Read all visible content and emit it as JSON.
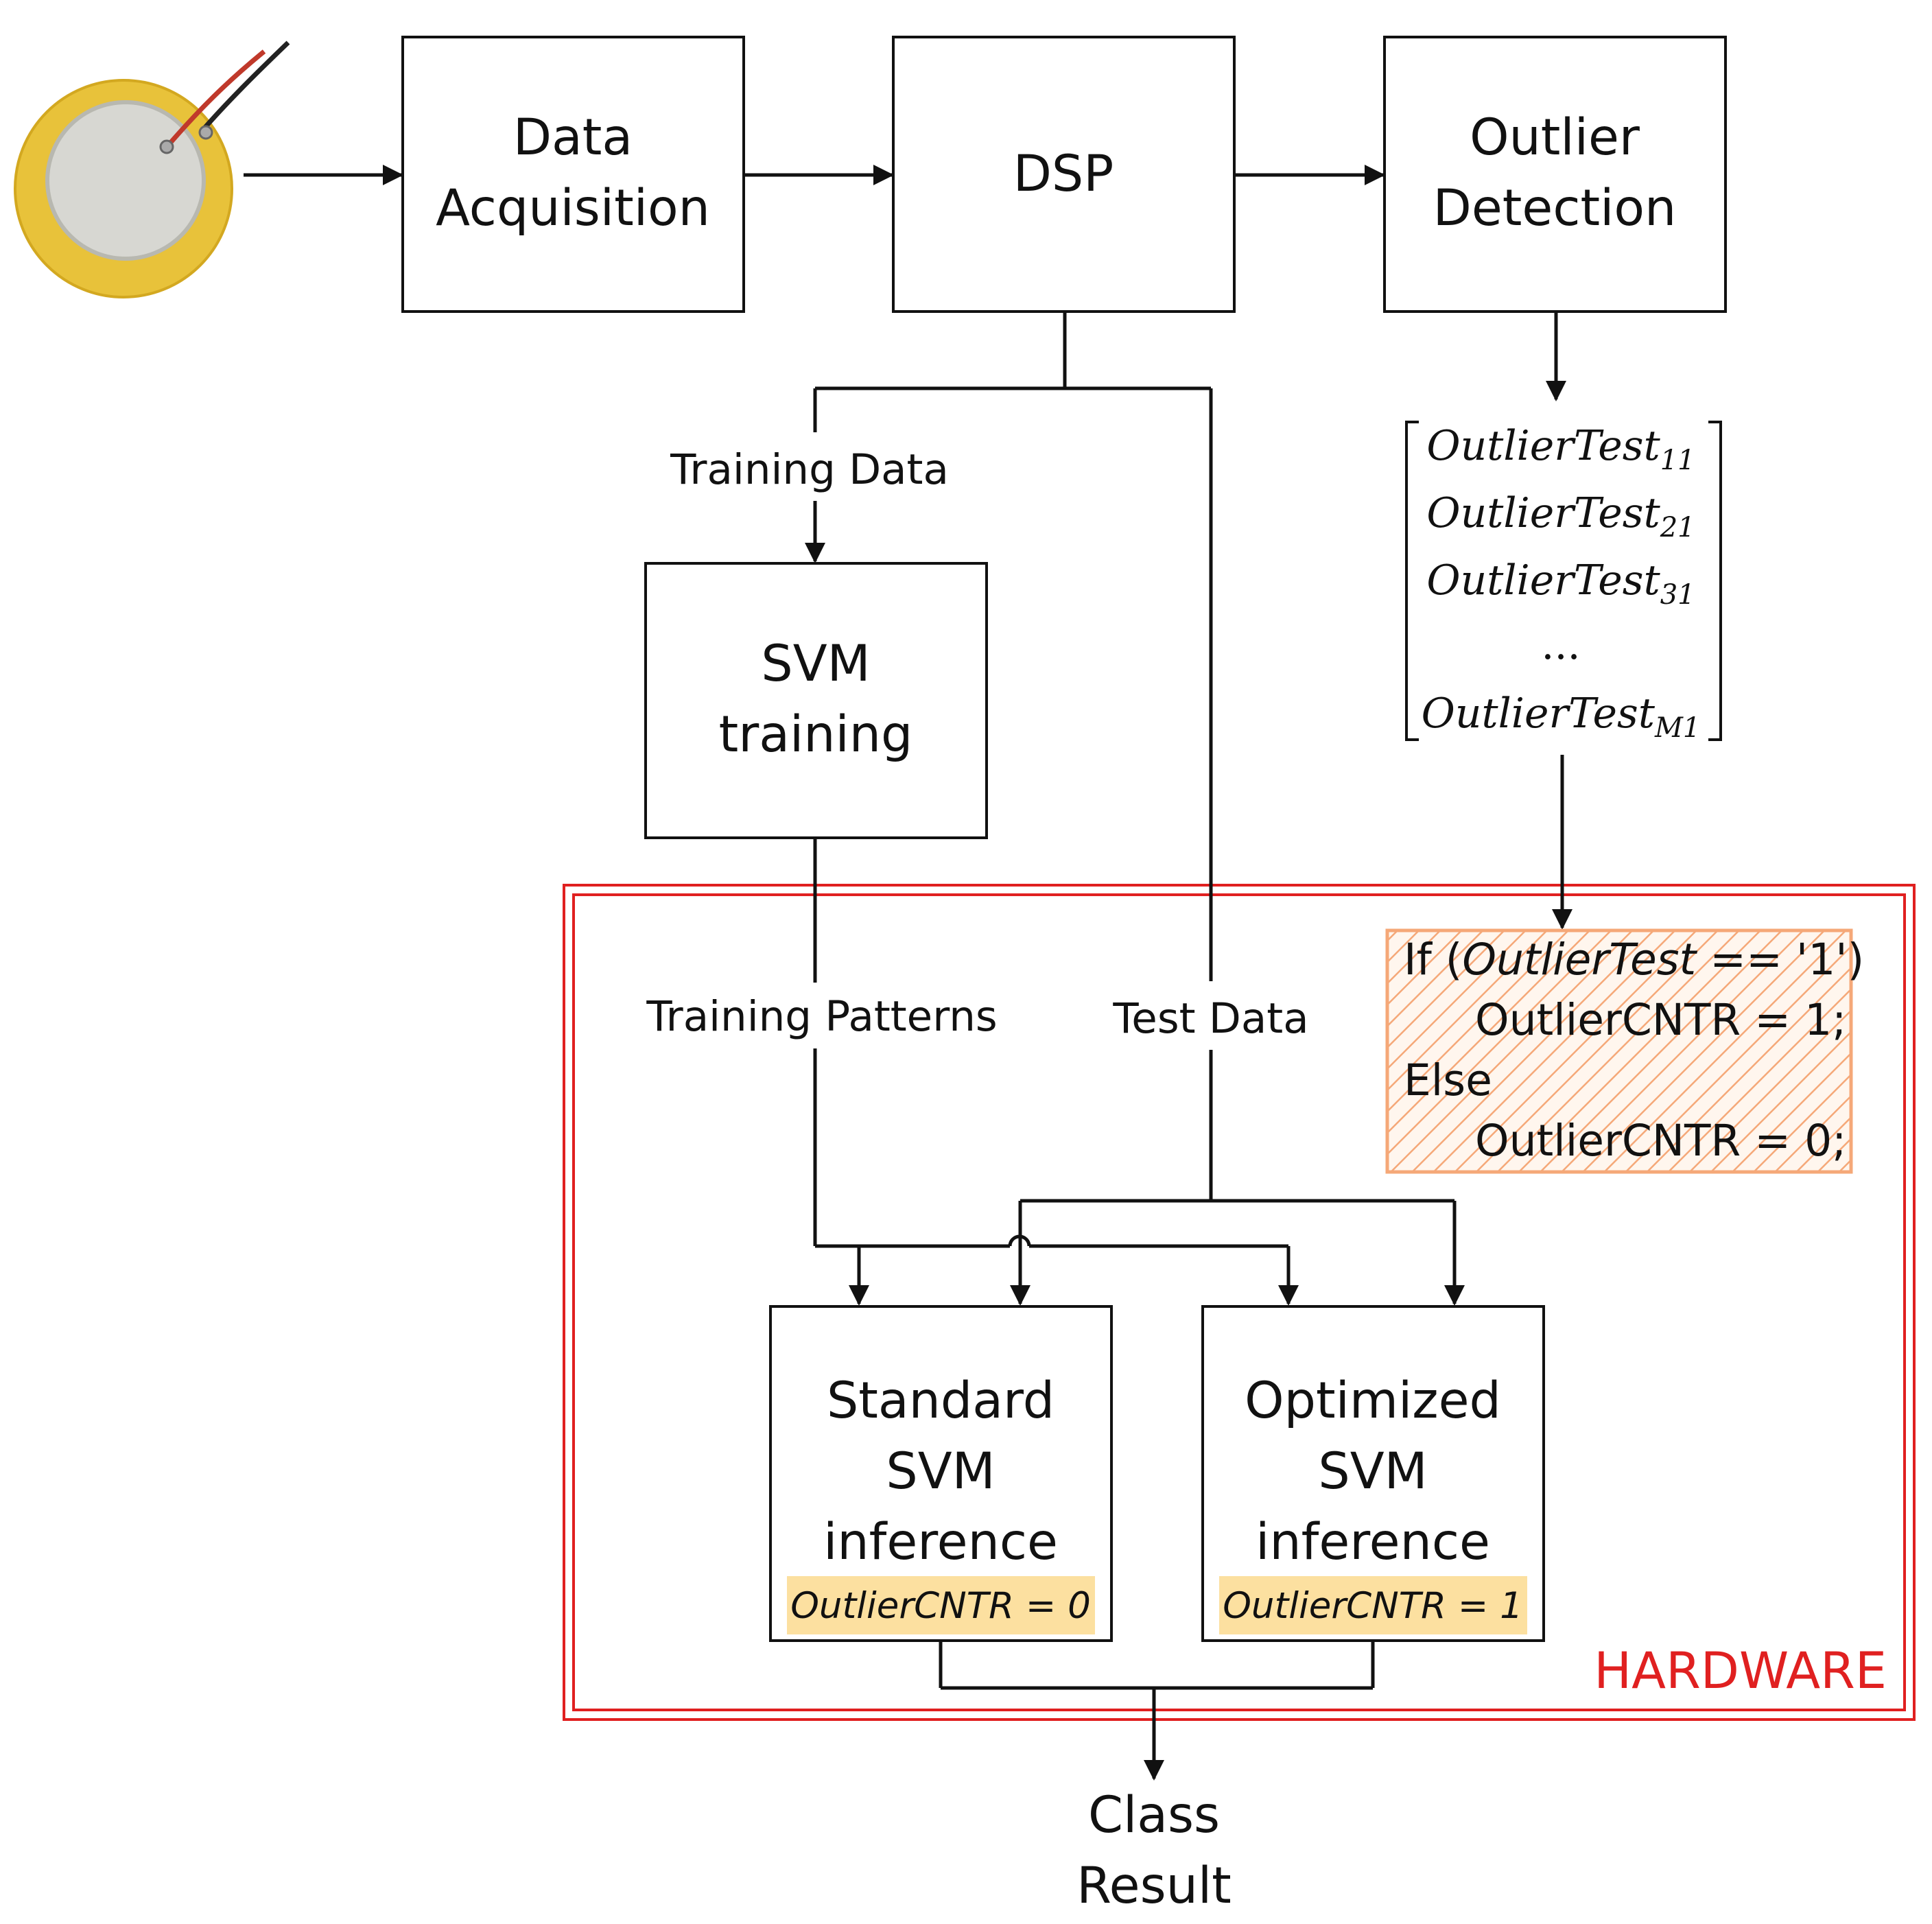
{
  "nodes": {
    "data_acquisition": [
      "Data",
      "Acquisition"
    ],
    "dsp": "DSP",
    "outlier_detection": [
      "Outlier",
      "Detection"
    ],
    "svm_training": [
      "SVM",
      "training"
    ],
    "standard_svm": [
      "Standard",
      "SVM",
      "inference"
    ],
    "optimized_svm": [
      "Optimized",
      "SVM",
      "inference"
    ],
    "class_result": [
      "Class",
      "Result"
    ]
  },
  "edge_labels": {
    "training_data": "Training Data",
    "training_patterns": "Training Patterns",
    "test_data": "Test Data"
  },
  "conditions": {
    "standard": "OutlierCNTR = 0",
    "optimized": "OutlierCNTR = 1"
  },
  "outlier_vector": {
    "base": "OutlierTest",
    "subs": [
      "11",
      "21",
      "31",
      "M1"
    ],
    "ellipsis": "..."
  },
  "code_block": {
    "line1_pre": "If (",
    "line1_var": "OutlierTest",
    "line1_post": " == '1')",
    "line2": "OutlierCNTR = 1;",
    "line3": "Else",
    "line4": "OutlierCNTR = 0;"
  },
  "hardware_label": "HARDWARE",
  "icons": {
    "sensor": "piezo-sensor-icon"
  },
  "colors": {
    "hardware": "#e02020",
    "code_hatch": "#f5a878",
    "condition_fill": "#fce0a0",
    "sensor_outer": "#e8c23a",
    "sensor_inner": "#d7d7d2"
  }
}
